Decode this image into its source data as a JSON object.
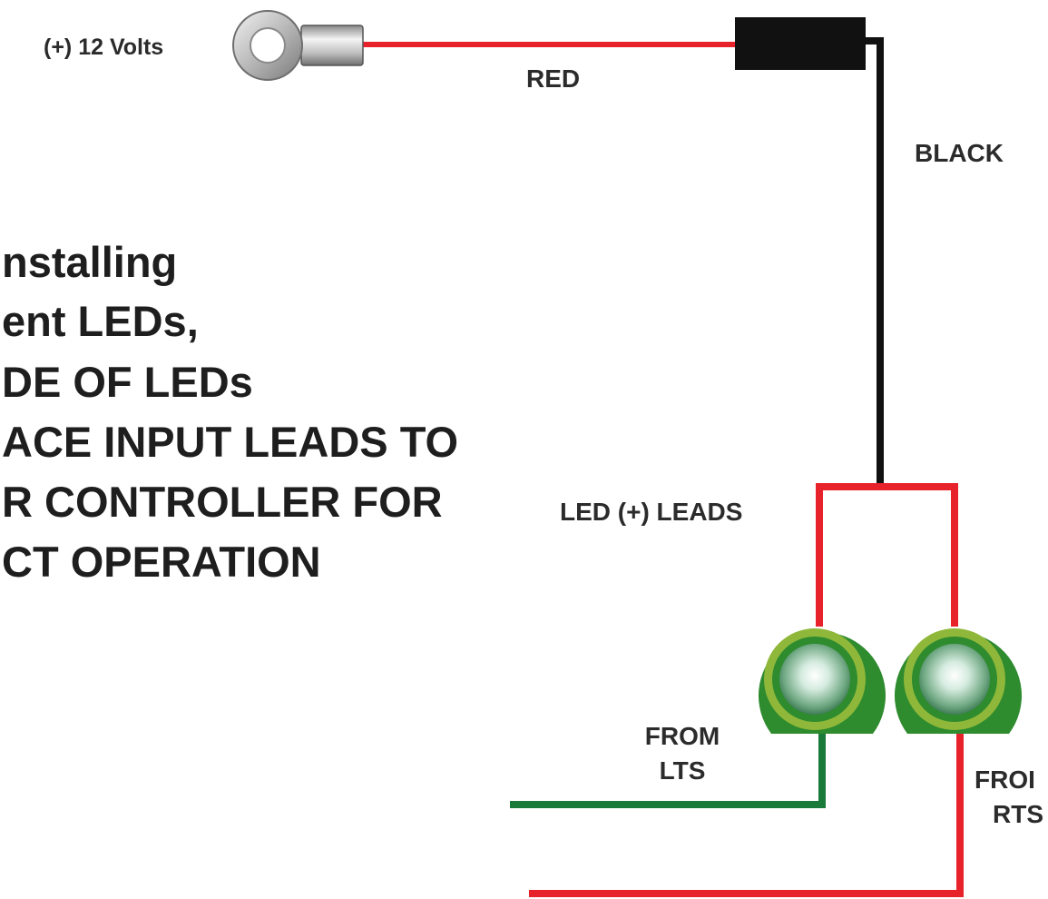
{
  "labels": {
    "volts": "(+) 12 Volts",
    "red": "RED",
    "black": "BLACK",
    "led_leads": "LED (+) LEADS",
    "from_lts_1": "FROM",
    "from_lts_2": "LTS",
    "from_rts_1": "FROI",
    "from_rts_2": "RTS"
  },
  "instructions": [
    "nstalling",
    "ent LEDs,",
    "DE OF LEDs",
    "ACE INPUT LEADS TO",
    "R CONTROLLER FOR",
    "CT OPERATION"
  ],
  "colors": {
    "red_wire": "#e8222a",
    "black_wire": "#111111",
    "green_wire": "#1a7a3a",
    "led_ring": "#2e8b2e",
    "led_inner_ring": "#8fb83a",
    "connector": "#111111"
  }
}
